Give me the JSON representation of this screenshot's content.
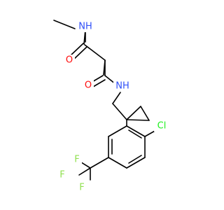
{
  "molecule": {
    "atoms": {
      "amide_nh_top": "NH",
      "amide_o_top": "O",
      "amide_o_mid": "O",
      "amide_nh_mid": "NH",
      "chlorine": "Cl",
      "fluorine_1": "F",
      "fluorine_2": "F",
      "fluorine_3": "F"
    },
    "colors": {
      "nitrogen": "#3050f8",
      "oxygen": "#ff0d0d",
      "chlorine": "#1ff01f",
      "fluorine": "#90e050",
      "bond": "#000000"
    }
  }
}
